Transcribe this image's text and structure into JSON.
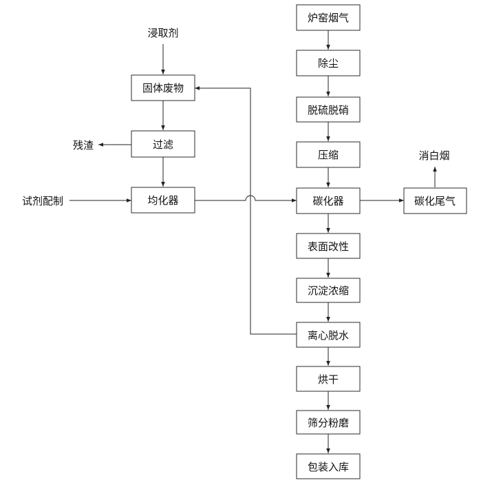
{
  "diagram": {
    "nodes": {
      "leaching_agent": "浸取剂",
      "solid_waste": "固体废物",
      "filter": "过滤",
      "residue": "残渣",
      "reagent_prep": "试剂配制",
      "homogenizer": "均化器",
      "kiln_flue_gas": "炉窑烟气",
      "dust_removal": "除尘",
      "desulf_denitr": "脱硫脱硝",
      "compression": "压缩",
      "carbonator": "碳化器",
      "carbonation_tail_gas": "碳化尾气",
      "white_smoke_removal": "消白烟",
      "surface_modification": "表面改性",
      "settling_concentration": "沉淀浓缩",
      "centrifugal_dewatering": "离心脱水",
      "drying": "烘干",
      "screening_milling": "筛分粉磨",
      "packaging_storage": "包装入库"
    },
    "edges": [
      [
        "leaching_agent",
        "solid_waste"
      ],
      [
        "solid_waste",
        "filter"
      ],
      [
        "filter",
        "residue"
      ],
      [
        "filter",
        "homogenizer"
      ],
      [
        "reagent_prep",
        "homogenizer"
      ],
      [
        "homogenizer",
        "carbonator"
      ],
      [
        "kiln_flue_gas",
        "dust_removal"
      ],
      [
        "dust_removal",
        "desulf_denitr"
      ],
      [
        "desulf_denitr",
        "compression"
      ],
      [
        "compression",
        "carbonator"
      ],
      [
        "carbonator",
        "carbonation_tail_gas"
      ],
      [
        "carbonation_tail_gas",
        "white_smoke_removal"
      ],
      [
        "carbonator",
        "surface_modification"
      ],
      [
        "surface_modification",
        "settling_concentration"
      ],
      [
        "settling_concentration",
        "centrifugal_dewatering"
      ],
      [
        "centrifugal_dewatering",
        "solid_waste"
      ],
      [
        "centrifugal_dewatering",
        "drying"
      ],
      [
        "drying",
        "screening_milling"
      ],
      [
        "screening_milling",
        "packaging_storage"
      ]
    ]
  }
}
